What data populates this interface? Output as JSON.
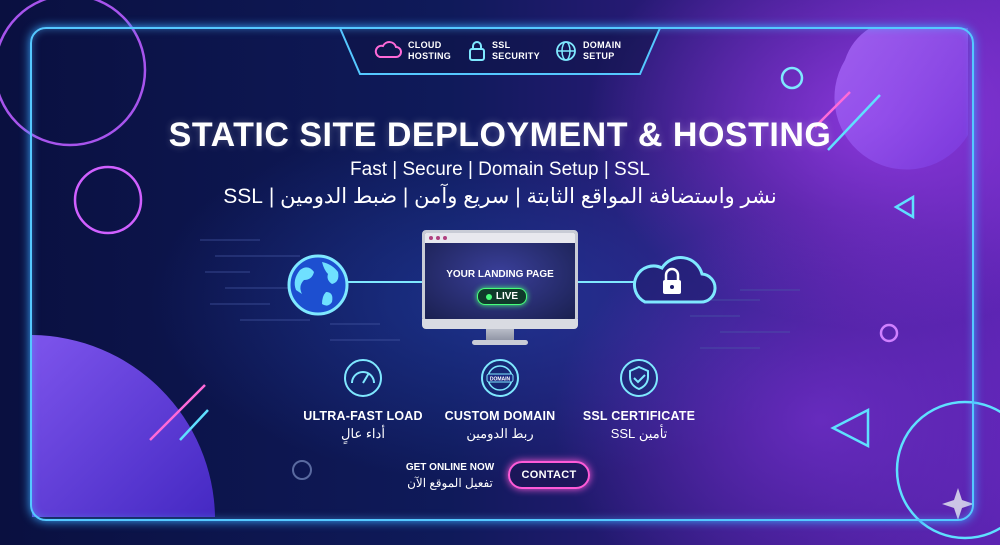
{
  "top_bar": {
    "items": [
      {
        "icon": "cloud-icon",
        "label_line1": "CLOUD",
        "label_line2": "HOSTING"
      },
      {
        "icon": "lock-icon",
        "label_line1": "SSL",
        "label_line2": "SECURITY"
      },
      {
        "icon": "globe-icon",
        "label_line1": "DOMAIN",
        "label_line2": "SETUP"
      }
    ]
  },
  "hero": {
    "title": "STATIC SITE DEPLOYMENT & HOSTING",
    "subtitle_en": "Fast | Secure | Domain Setup | SSL",
    "subtitle_ar": "نشر واستضافة المواقع الثابتة | سريع وآمن | ضبط الدومين | SSL"
  },
  "monitor": {
    "landing_label": "YOUR LANDING PAGE",
    "status_label": "LIVE",
    "status_color": "#47ff7a"
  },
  "features": [
    {
      "icon": "speedometer-icon",
      "title_en": "ULTRA-FAST LOAD",
      "title_ar": "أداء عالٍ"
    },
    {
      "icon": "domain-globe-icon",
      "title_en": "CUSTOM DOMAIN",
      "title_ar": "ربط الدومين"
    },
    {
      "icon": "shield-check-icon",
      "title_en": "SSL CERTIFICATE",
      "title_ar": "تأمين SSL"
    }
  ],
  "cta": {
    "text_en": "GET ONLINE NOW",
    "text_ar": "تفعيل الموقع الآن",
    "button_label": "CONTACT"
  },
  "colors": {
    "frame": "#55c8ff",
    "accent_pink": "#ff5ad8",
    "accent_green": "#47ff7a",
    "background": "#0b1240"
  }
}
